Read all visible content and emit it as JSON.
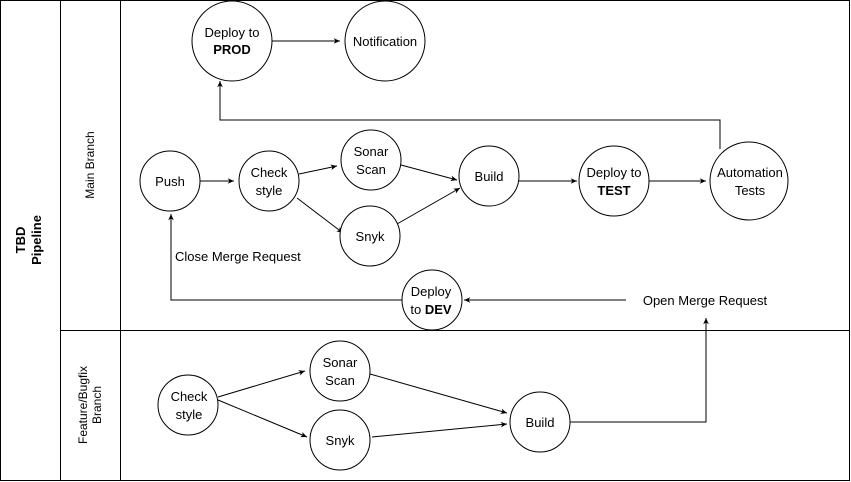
{
  "pool": {
    "title_line1": "TBD",
    "title_line2": "Pipeline"
  },
  "lanes": {
    "main": {
      "label": "Main Branch"
    },
    "feature": {
      "label_line1": "Feature/Bugfix",
      "label_line2": "Branch"
    }
  },
  "nodes": {
    "deploy_prod": {
      "line1": "Deploy to",
      "line2": "PROD"
    },
    "notification": {
      "label": "Notification"
    },
    "push": {
      "label": "Push"
    },
    "check_style_main": {
      "line1": "Check",
      "line2": "style"
    },
    "sonar_scan_main": {
      "line1": "Sonar",
      "line2": "Scan"
    },
    "snyk_main": {
      "label": "Snyk"
    },
    "build_main": {
      "label": "Build"
    },
    "deploy_test": {
      "line1": "Deploy to",
      "line2": "TEST"
    },
    "automation_tests": {
      "line1": "Automation",
      "line2": "Tests"
    },
    "deploy_dev": {
      "line1": "Deploy",
      "line2_prefix": "to ",
      "line2_bold": "DEV"
    },
    "check_style_feature": {
      "line1": "Check",
      "line2": "style"
    },
    "sonar_scan_feature": {
      "line1": "Sonar",
      "line2": "Scan"
    },
    "snyk_feature": {
      "label": "Snyk"
    },
    "build_feature": {
      "label": "Build"
    }
  },
  "labels": {
    "close_merge_request": "Close Merge Request",
    "open_merge_request": "Open Merge Request"
  }
}
